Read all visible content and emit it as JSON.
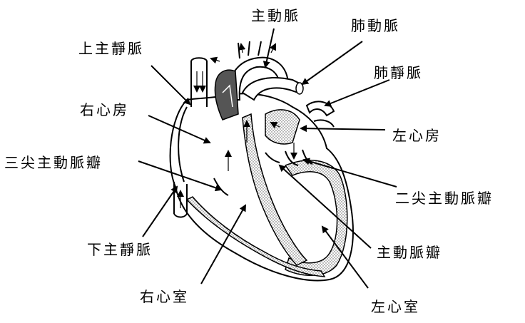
{
  "labels": {
    "aorta": "主動脈",
    "pulmonary_artery": "肺動脈",
    "superior_vena_cava": "上主靜脈",
    "pulmonary_vein": "肺靜脈",
    "right_atrium": "右心房",
    "left_atrium": "左心房",
    "tricuspid_valve": "三尖主動脈瓣",
    "mitral_valve": "二尖主動脈瓣",
    "inferior_vena_cava": "下主靜脈",
    "aortic_valve": "主動脈瓣",
    "right_ventricle": "右心室",
    "left_ventricle": "左心室"
  },
  "colors": {
    "stroke": "#000000",
    "tissue": "#d9d9d9",
    "chamber": "#ffffff"
  }
}
